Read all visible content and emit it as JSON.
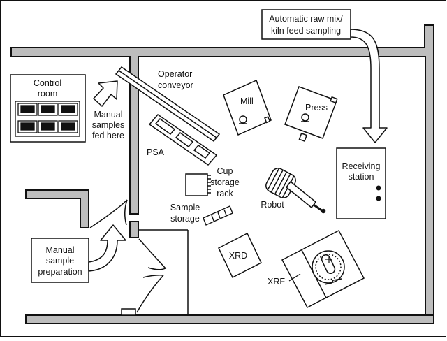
{
  "labels": {
    "auto_sampling_line1": "Automatic raw mix/",
    "auto_sampling_line2": "kiln feed sampling",
    "control_room_line1": "Control",
    "control_room_line2": "room",
    "operator_conveyor_line1": "Operator",
    "operator_conveyor_line2": "conveyor",
    "manual_samples_line1": "Manual",
    "manual_samples_line2": "samples",
    "manual_samples_line3": "fed here",
    "mill": "Mill",
    "press": "Press",
    "psa": "PSA",
    "cup_storage_line1": "Cup",
    "cup_storage_line2": "storage",
    "cup_storage_line3": "rack",
    "receiving_line1": "Receiving",
    "receiving_line2": "station",
    "robot": "Robot",
    "sample_storage_line1": "Sample",
    "sample_storage_line2": "storage",
    "xrd": "XRD",
    "xrf": "XRF",
    "manual_prep_line1": "Manual",
    "manual_prep_line2": "sample",
    "manual_prep_line3": "preparation"
  },
  "colors": {
    "wall_fill": "#bdbdbd",
    "stroke": "#111111",
    "background": "#ffffff"
  },
  "icons": {
    "arrows": "outline-block-arrow",
    "robot": "robot-arm-icon",
    "xrf_dial": "xrf-dial-icon"
  }
}
